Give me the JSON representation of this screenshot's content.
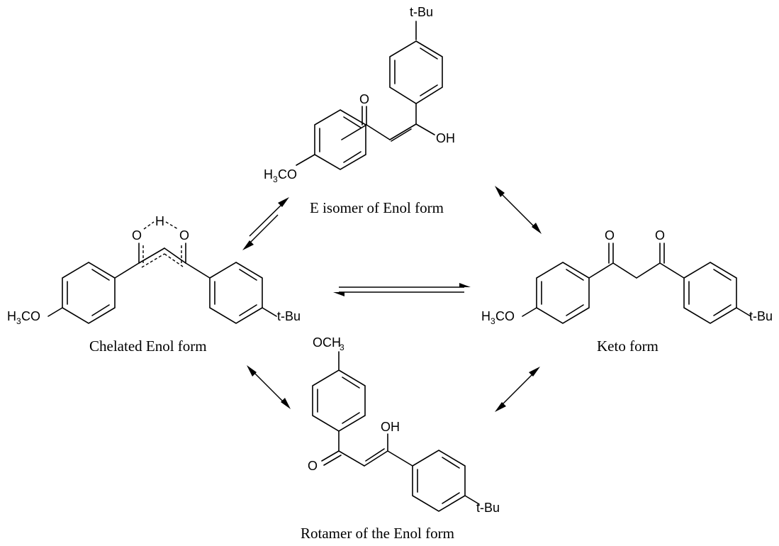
{
  "captions": {
    "e_isomer": "E isomer of Enol form",
    "chelated": "Chelated Enol form",
    "keto": "Keto form",
    "rotamer": "Rotamer of the Enol form"
  },
  "labels": {
    "tbu": "t-Bu",
    "oh": "OH",
    "o": "O",
    "h": "H",
    "h3co_h": "H",
    "h3co_3": "3",
    "h3co_co": "CO",
    "och3_oc": "OCH",
    "och3_3": "3"
  }
}
